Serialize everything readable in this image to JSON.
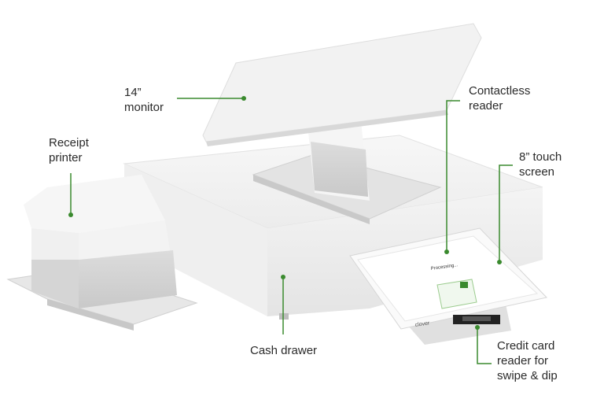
{
  "labels": {
    "monitor": "14”\nmonitor",
    "receipt_printer": "Receipt\nprinter",
    "contactless_reader": "Contactless\nreader",
    "touch_screen": "8” touch\nscreen",
    "cash_drawer": "Cash drawer",
    "card_reader": "Credit card\nreader for\nswipe & dip"
  },
  "device_screen": {
    "status_text": "Processing...",
    "brand": "clover"
  },
  "colors": {
    "accent": "#3a8a2e",
    "callout_line": "#3a8a2e"
  }
}
